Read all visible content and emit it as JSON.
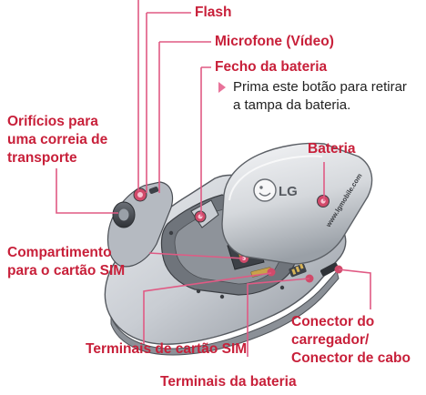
{
  "labels": {
    "flash": "Flash",
    "microfone": "Microfone (Vídeo)",
    "fecho": "Fecho da bateria",
    "fecho_note_1": "Prima este botão para retirar",
    "fecho_note_2": "a tampa da bateria.",
    "orificios_1": "Orifícios para",
    "orificios_2": "uma correia de",
    "orificios_3": "transporte",
    "bateria": "Bateria",
    "compartimento_1": "Compartimento",
    "compartimento_2": "para o cartão SIM",
    "conector_1": "Conector do",
    "conector_2": "carregador/",
    "conector_3": "Conector de cabo",
    "terminais_sim": "Terminais de cartão SIM",
    "terminais_bateria": "Terminais da bateria"
  },
  "battery_logo": "LG",
  "battery_url": "www.lgmobile.com",
  "colors": {
    "label": "#c8203a",
    "leader": "#e05a84",
    "note": "#222222"
  }
}
